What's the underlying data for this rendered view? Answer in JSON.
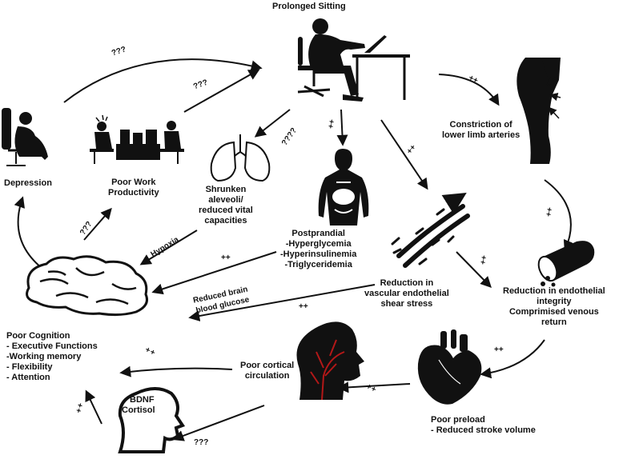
{
  "nodes": {
    "prolonged_sitting": "Prolonged Sitting",
    "constriction": "Constriction of\nlower limb arteries",
    "endothelial_integrity": "Reduction in endothelial\nintegrity\nComprimised venous\nreturn",
    "poor_preload": "Poor preload\n- Reduced stroke volume",
    "shear_stress": "Reduction in\nvascular endothelial\nshear stress",
    "postprandial": "Postprandial\n-Hyperglycemia\n-Hyperinsulinemia\n-Triglyceridemia",
    "lungs": "Shrunken\naleveoli/\nreduced vital\ncapacities",
    "work": "Poor Work\nProductivity",
    "depression": "Depression",
    "cognition": "Poor Cognition\n- Executive Functions\n-Working memory\n- Flexibility\n- Attention",
    "cortical": "Poor cortical\ncirculation",
    "brain_glucose": "Reduced brain\nblood glucose",
    "hypoxia": "Hypoxia",
    "bdnf": "BDNF",
    "cortisol": "Cortisol"
  },
  "markers": {
    "q3": "???",
    "q4": "????",
    "pp": "++",
    "xx": "+ +"
  },
  "icons": [
    "sitting-person-icon",
    "legs-icon",
    "vessel-icon",
    "heart-icon",
    "head-circulation-icon",
    "head-silhouette-icon",
    "brain-icon",
    "depressed-person-icon",
    "office-workers-icon",
    "lungs-icon",
    "body-organs-icon",
    "endothelium-icon"
  ]
}
